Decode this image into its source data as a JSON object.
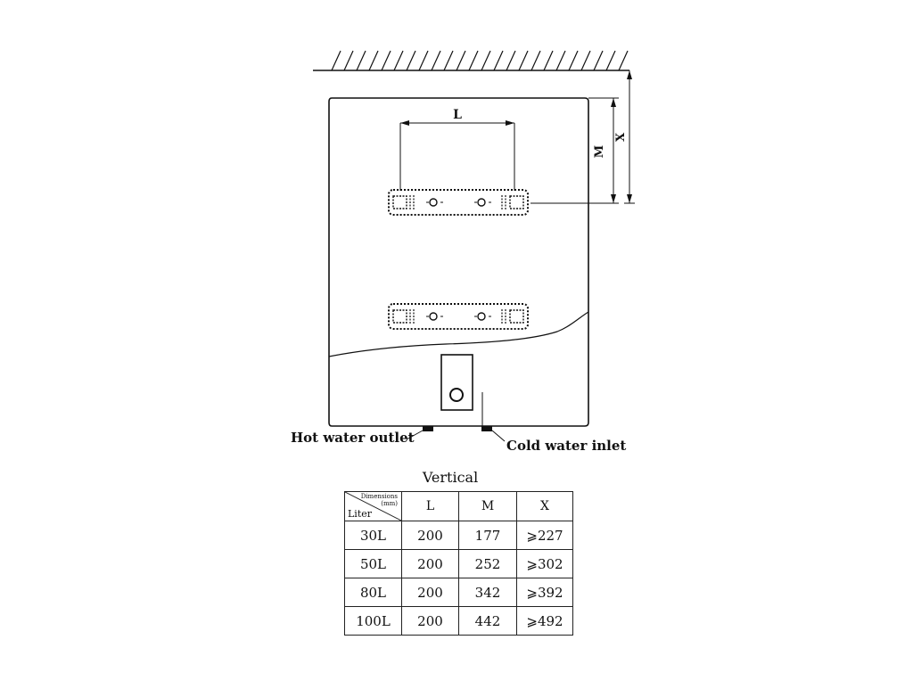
{
  "dimension_labels": {
    "L": "L",
    "M": "M",
    "X": "X"
  },
  "callouts": {
    "hot_outlet": "Hot water outlet",
    "cold_inlet": "Cold water inlet"
  },
  "table": {
    "title": "Vertical",
    "corner_top": "Dimensions",
    "corner_unit": "(mm)",
    "corner_bottom": "Liter",
    "columns": [
      "L",
      "M",
      "X"
    ],
    "rows": [
      {
        "liter": "30L",
        "L": "200",
        "M": "177",
        "X": "⩾227"
      },
      {
        "liter": "50L",
        "L": "200",
        "M": "252",
        "X": "⩾302"
      },
      {
        "liter": "80L",
        "L": "200",
        "M": "342",
        "X": "⩾392"
      },
      {
        "liter": "100L",
        "L": "200",
        "M": "442",
        "X": "⩾492"
      }
    ]
  }
}
